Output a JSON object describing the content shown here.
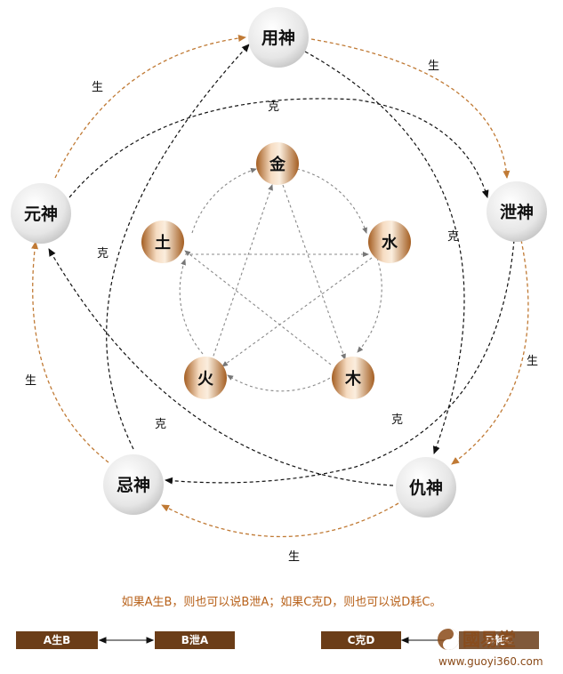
{
  "gods": {
    "yong": "用神",
    "xie": "泄神",
    "chou": "仇神",
    "ji": "忌神",
    "yuan": "元神"
  },
  "elements": {
    "jin": "金",
    "shui": "水",
    "mu": "木",
    "huo": "火",
    "tu": "土"
  },
  "relations": {
    "sheng": "生",
    "ke": "克"
  },
  "caption": "如果A生B，则也可以说B泄A；如果C克D，则也可以说D耗C。",
  "legend": {
    "a_sheng_b": "A生B",
    "b_xie_a": "B泄A",
    "c_ke_d": "C克D",
    "d_hao_c": "D耗C"
  },
  "watermark": {
    "logo_text": "國易堂",
    "url": "www.guoyi360.com"
  },
  "colors": {
    "sheng_arrow": "#c07a35",
    "ke_arrow": "#111111",
    "legend_bar": "#6b3d18",
    "caption_text": "#b8621b"
  }
}
